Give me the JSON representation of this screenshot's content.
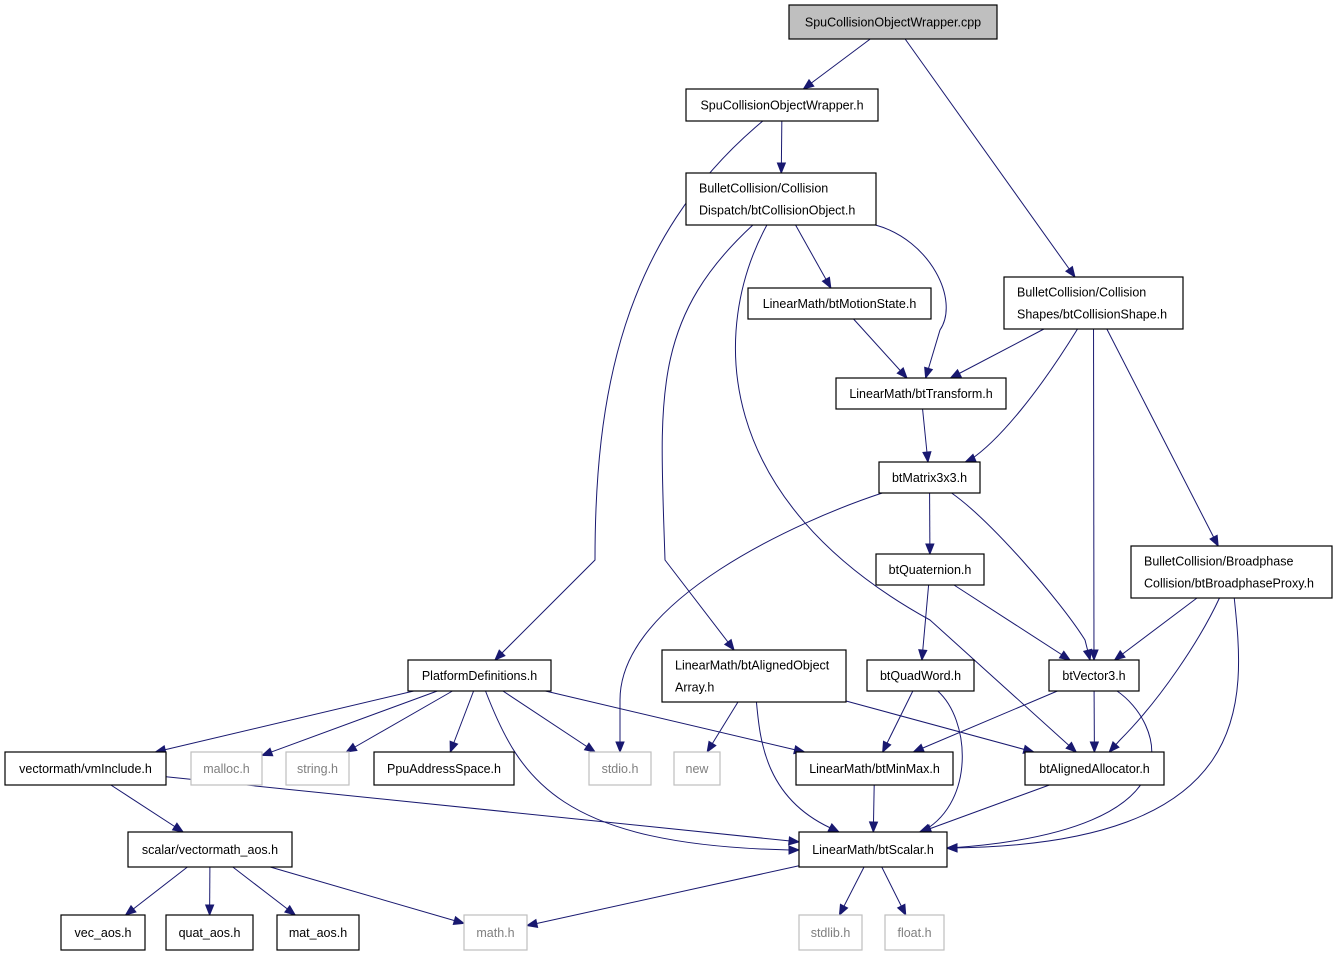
{
  "nodes": {
    "root": {
      "lines": [
        "SpuCollisionObjectWrapper.cpp"
      ],
      "style": "root"
    },
    "wrapper_h": {
      "lines": [
        "SpuCollisionObjectWrapper.h"
      ],
      "style": "normal"
    },
    "collision_object": {
      "lines": [
        "BulletCollision/Collision",
        "Dispatch/btCollisionObject.h"
      ],
      "style": "normal"
    },
    "collision_shape": {
      "lines": [
        "BulletCollision/Collision",
        "Shapes/btCollisionShape.h"
      ],
      "style": "normal"
    },
    "motion_state": {
      "lines": [
        "LinearMath/btMotionState.h"
      ],
      "style": "normal"
    },
    "transform": {
      "lines": [
        "LinearMath/btTransform.h"
      ],
      "style": "normal"
    },
    "matrix3x3": {
      "lines": [
        "btMatrix3x3.h"
      ],
      "style": "normal"
    },
    "quaternion": {
      "lines": [
        "btQuaternion.h"
      ],
      "style": "normal"
    },
    "broadphase_proxy": {
      "lines": [
        "BulletCollision/Broadphase",
        "Collision/btBroadphaseProxy.h"
      ],
      "style": "normal"
    },
    "platform_defs": {
      "lines": [
        "PlatformDefinitions.h"
      ],
      "style": "normal"
    },
    "aligned_object_array": {
      "lines": [
        "LinearMath/btAlignedObject",
        "Array.h"
      ],
      "style": "normal"
    },
    "quadword": {
      "lines": [
        "btQuadWord.h"
      ],
      "style": "normal"
    },
    "vector3": {
      "lines": [
        "btVector3.h"
      ],
      "style": "normal"
    },
    "vminclude": {
      "lines": [
        "vectormath/vmInclude.h"
      ],
      "style": "normal"
    },
    "malloc": {
      "lines": [
        "malloc.h"
      ],
      "style": "system"
    },
    "string": {
      "lines": [
        "string.h"
      ],
      "style": "system"
    },
    "ppu_address_space": {
      "lines": [
        "PpuAddressSpace.h"
      ],
      "style": "normal"
    },
    "stdio": {
      "lines": [
        "stdio.h"
      ],
      "style": "system"
    },
    "new": {
      "lines": [
        "new"
      ],
      "style": "system"
    },
    "minmax": {
      "lines": [
        "LinearMath/btMinMax.h"
      ],
      "style": "normal"
    },
    "aligned_allocator": {
      "lines": [
        "btAlignedAllocator.h"
      ],
      "style": "normal"
    },
    "vectormath_aos": {
      "lines": [
        "scalar/vectormath_aos.h"
      ],
      "style": "normal"
    },
    "scalar": {
      "lines": [
        "LinearMath/btScalar.h"
      ],
      "style": "normal"
    },
    "vec_aos": {
      "lines": [
        "vec_aos.h"
      ],
      "style": "normal"
    },
    "quat_aos": {
      "lines": [
        "quat_aos.h"
      ],
      "style": "normal"
    },
    "mat_aos": {
      "lines": [
        "mat_aos.h"
      ],
      "style": "normal"
    },
    "math": {
      "lines": [
        "math.h"
      ],
      "style": "system"
    },
    "stdlib": {
      "lines": [
        "stdlib.h"
      ],
      "style": "system"
    },
    "float": {
      "lines": [
        "float.h"
      ],
      "style": "system"
    }
  },
  "edges": [
    [
      "root",
      "wrapper_h"
    ],
    [
      "root",
      "collision_shape"
    ],
    [
      "wrapper_h",
      "collision_object"
    ],
    [
      "wrapper_h",
      "platform_defs"
    ],
    [
      "collision_object",
      "motion_state"
    ],
    [
      "collision_object",
      "transform"
    ],
    [
      "collision_object",
      "aligned_object_array"
    ],
    [
      "collision_object",
      "aligned_allocator"
    ],
    [
      "collision_shape",
      "transform"
    ],
    [
      "collision_shape",
      "matrix3x3"
    ],
    [
      "collision_shape",
      "vector3"
    ],
    [
      "collision_shape",
      "broadphase_proxy"
    ],
    [
      "motion_state",
      "transform"
    ],
    [
      "transform",
      "matrix3x3"
    ],
    [
      "matrix3x3",
      "quaternion"
    ],
    [
      "matrix3x3",
      "vector3"
    ],
    [
      "matrix3x3",
      "stdio"
    ],
    [
      "quaternion",
      "quadword"
    ],
    [
      "quaternion",
      "vector3"
    ],
    [
      "broadphase_proxy",
      "vector3"
    ],
    [
      "broadphase_proxy",
      "aligned_allocator"
    ],
    [
      "broadphase_proxy",
      "scalar"
    ],
    [
      "platform_defs",
      "vminclude"
    ],
    [
      "platform_defs",
      "malloc"
    ],
    [
      "platform_defs",
      "string"
    ],
    [
      "platform_defs",
      "ppu_address_space"
    ],
    [
      "platform_defs",
      "stdio"
    ],
    [
      "platform_defs",
      "minmax"
    ],
    [
      "platform_defs",
      "scalar"
    ],
    [
      "aligned_object_array",
      "new"
    ],
    [
      "aligned_object_array",
      "aligned_allocator"
    ],
    [
      "aligned_object_array",
      "scalar"
    ],
    [
      "quadword",
      "minmax"
    ],
    [
      "quadword",
      "scalar"
    ],
    [
      "vector3",
      "minmax"
    ],
    [
      "vector3",
      "aligned_allocator"
    ],
    [
      "vector3",
      "scalar"
    ],
    [
      "vminclude",
      "vectormath_aos"
    ],
    [
      "vminclude",
      "scalar"
    ],
    [
      "vectormath_aos",
      "vec_aos"
    ],
    [
      "vectormath_aos",
      "quat_aos"
    ],
    [
      "vectormath_aos",
      "mat_aos"
    ],
    [
      "vectormath_aos",
      "math"
    ],
    [
      "minmax",
      "scalar"
    ],
    [
      "aligned_allocator",
      "scalar"
    ],
    [
      "scalar",
      "math"
    ],
    [
      "scalar",
      "stdlib"
    ],
    [
      "scalar",
      "float"
    ]
  ],
  "colors": {
    "edge": "#191970",
    "root_fill": "#bfbfbf",
    "node_stroke": "#000000",
    "system_stroke": "#bfbfbf",
    "system_text": "#7f7f7f"
  }
}
